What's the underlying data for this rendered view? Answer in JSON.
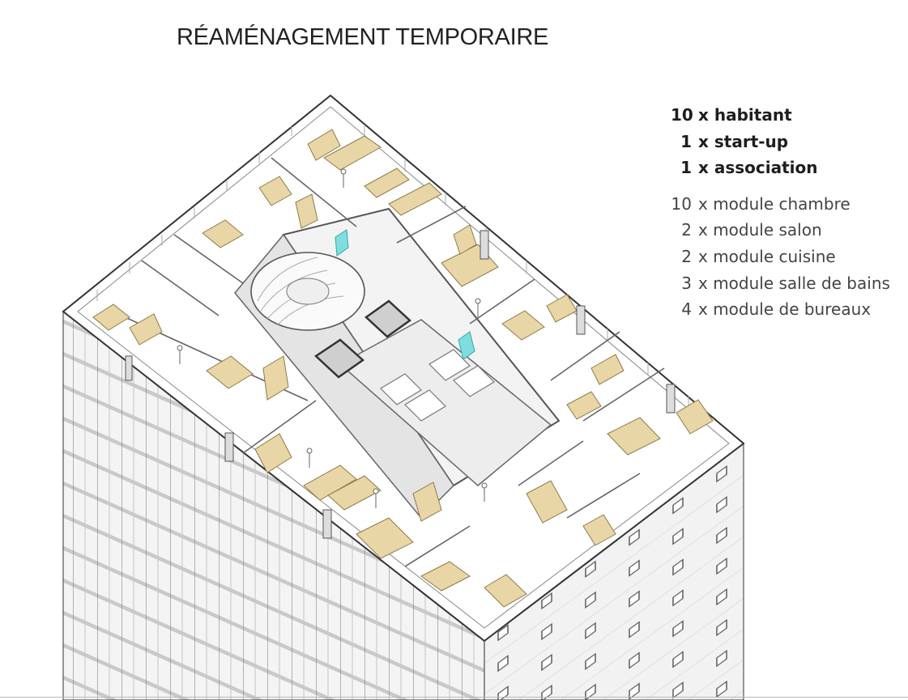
{
  "title": "RÉAMÉNAGEMENT TEMPORAIRE",
  "occupants": [
    {
      "count": "10",
      "label": "x habitant"
    },
    {
      "count": "1",
      "label": "x start-up"
    },
    {
      "count": "1",
      "label": "x association"
    }
  ],
  "modules": [
    {
      "count": "10",
      "label": "x module chambre"
    },
    {
      "count": "2",
      "label": "x module salon"
    },
    {
      "count": "2",
      "label": "x module cuisine"
    },
    {
      "count": "3",
      "label": "x module salle de bains"
    },
    {
      "count": "4",
      "label": "x module de bureaux"
    }
  ],
  "colors": {
    "furniture": "#e8d6a6",
    "furniture_stroke": "#8f7a4a",
    "glass": "#7fdde0",
    "wall": "#9a9a9a",
    "facade": "#eeeeee",
    "floor": "#ffffff"
  }
}
